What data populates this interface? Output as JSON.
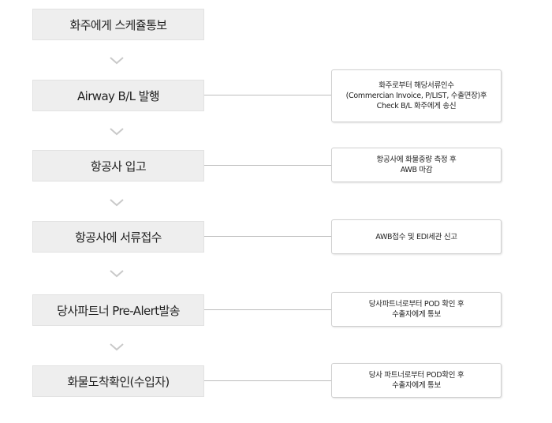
{
  "steps": [
    {
      "label": "화주에게 스케쥴통보"
    },
    {
      "label": "Airway B/L 발행"
    },
    {
      "label": "항공사 입고"
    },
    {
      "label": "항공사에 서류접수"
    },
    {
      "label": "당사파트너 Pre-Alert발송"
    },
    {
      "label": "화물도착확인(수입자)"
    }
  ],
  "notes": [
    {
      "lines": [
        "화주로부터 해당서류인수",
        "(Commercian Invoice, P/LIST, 수출면장)후",
        "Check B/L 화주에게 송신"
      ]
    },
    {
      "lines": [
        "항공사에 화물중량 측정 후",
        "AWB 마감"
      ]
    },
    {
      "lines": [
        "AWB접수 및 EDI세관 신고"
      ]
    },
    {
      "lines": [
        "당사파트너로부터 POD 확인 후",
        "수출자에게 통보"
      ]
    },
    {
      "lines": [
        "당사 파트너로부터 POD확인 후",
        "수출자에게 통보"
      ]
    }
  ]
}
